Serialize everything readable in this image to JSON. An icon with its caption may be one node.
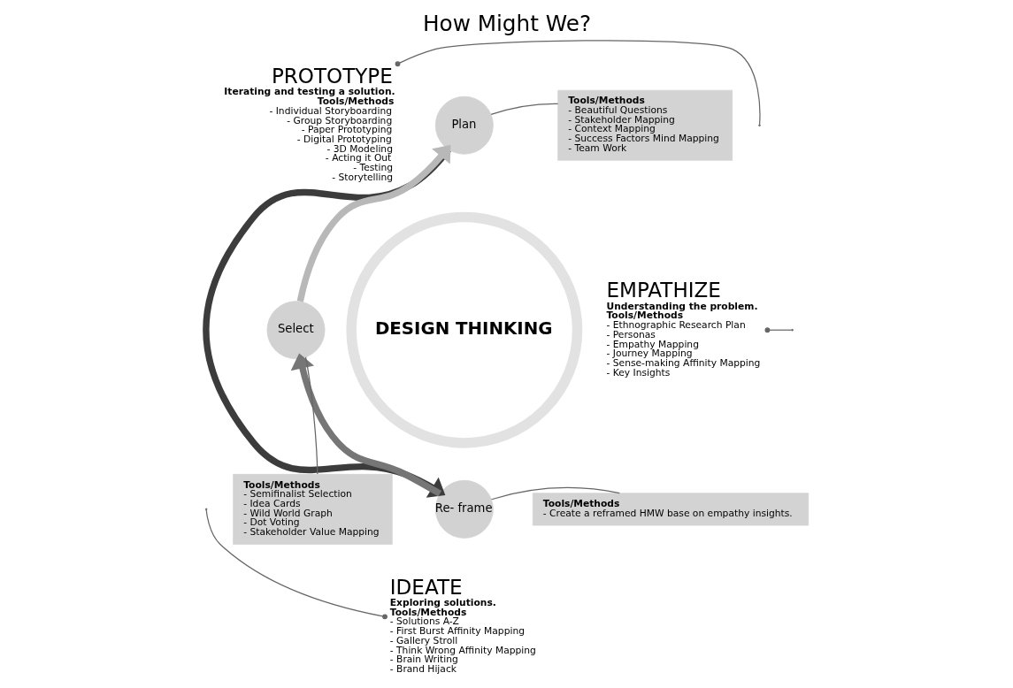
{
  "diagram": {
    "title": "How Might We?",
    "nodes": [
      {
        "text": [
          "DESIGN THINKING"
        ]
      },
      {
        "text": [
          "Plan"
        ]
      },
      {
        "text": [
          "Re- frame"
        ]
      },
      {
        "text": [
          "Select"
        ]
      },
      {
        "text": [
          "Tools/Methods",
          "- Beautiful Questions",
          "- Stakeholder Mapping",
          "- Context Mapping",
          "- Success Factors Mind Mapping",
          "- Team Work"
        ]
      },
      {
        "text": [
          "EMPATHIZE",
          "Understanding the problem.",
          "Tools/Methods",
          "- Ethnographic Research Plan",
          "- Personas",
          "- Empathy Mapping",
          "- Journey Mapping",
          "- Sense-making Affinity Mapping",
          "- Key Insights"
        ]
      },
      {
        "text": [
          "Tools/Methods",
          "- Create a reframed HMW base on empathy insights."
        ]
      },
      {
        "text": [
          "IDEATE",
          "Exploring solutions.",
          "Tools/Methods",
          "- Solutions A-Z",
          "- First Burst Affinity Mapping",
          "- Gallery Stroll",
          "- Think Wrong Affinity Mapping",
          "- Brain Writing",
          "- Brand Hijack"
        ]
      },
      {
        "text": [
          "Tools/Methods",
          "- Semifinalist Selection",
          "- Idea Cards",
          "- Wild World Graph",
          "- Dot Voting",
          "- Stakeholder Value Mapping"
        ]
      },
      {
        "text": [
          "PROTOTYPE",
          "Iterating and testing a solution.",
          "Tools/Methods",
          "- Individual Storyboarding",
          "- Group Storyboarding",
          "- Paper Prototyping",
          "- Digital Prototyping",
          "- 3D Modeling",
          "- Acting it Out",
          "- Testing",
          "- Storytelling"
        ]
      }
    ],
    "edges": [
      {
        "from": 3,
        "to": 1,
        "arrow": "to",
        "style": "thick",
        "color": "#b8b8b8"
      },
      {
        "from": 1,
        "to": 2,
        "arrow": "to",
        "style": "thick",
        "color": "#3c3c3c"
      },
      {
        "from": 2,
        "to": 3,
        "arrow": "to",
        "style": "thick",
        "color": "#767676"
      },
      {
        "from": 1,
        "to": 4,
        "arrow": "none"
      },
      {
        "from": 2,
        "to": 6,
        "arrow": "none"
      },
      {
        "from": 3,
        "to": 8,
        "arrow": "none"
      },
      {
        "from": 9,
        "to": null,
        "arrow": "other"
      },
      {
        "from": 5,
        "to": null,
        "arrow": "other"
      },
      {
        "from": 7,
        "to": null,
        "arrow": "other"
      }
    ]
  }
}
